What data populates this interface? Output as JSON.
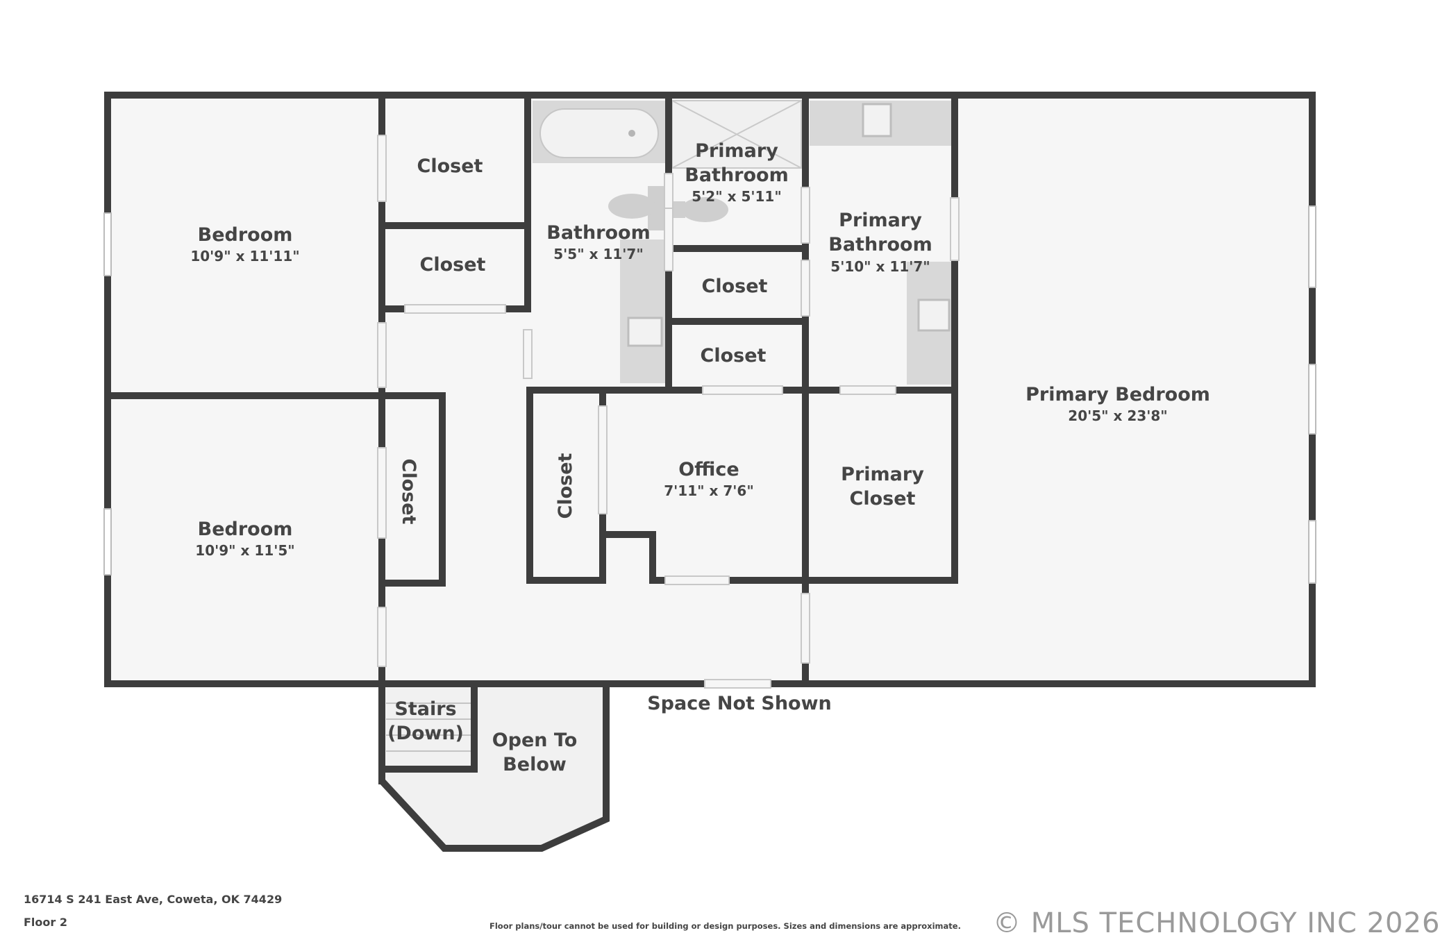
{
  "floorplan": {
    "rooms": {
      "bedroom_1": {
        "name": "Bedroom",
        "dims": "10'9\" x 11'11\""
      },
      "bedroom_2": {
        "name": "Bedroom",
        "dims": "10'9\" x 11'5\""
      },
      "closet_1": {
        "name": "Closet"
      },
      "closet_2": {
        "name": "Closet"
      },
      "closet_3": {
        "name": "Closet"
      },
      "closet_4": {
        "name": "Closet"
      },
      "closet_5": {
        "name": "Closet"
      },
      "closet_6": {
        "name": "Closet"
      },
      "bathroom": {
        "name": "Bathroom",
        "dims": "5'5\" x 11'7\""
      },
      "primary_bath_1": {
        "line1": "Primary",
        "line2": "Bathroom",
        "dims": "5'2\" x 5'11\""
      },
      "primary_bath_2": {
        "line1": "Primary",
        "line2": "Bathroom",
        "dims": "5'10\" x 11'7\""
      },
      "primary_bedroom": {
        "name": "Primary Bedroom",
        "dims": "20'5\" x 23'8\""
      },
      "office": {
        "name": "Office",
        "dims": "7'11\" x 7'6\""
      },
      "primary_closet": {
        "line1": "Primary",
        "line2": "Closet"
      },
      "stairs": {
        "line1": "Stairs",
        "line2": "(Down)"
      },
      "open_below": {
        "line1": "Open To",
        "line2": "Below"
      }
    },
    "space_not_shown": "Space Not Shown"
  },
  "footer": {
    "address": "16714 S 241 East Ave, Coweta, OK 74429",
    "floor": "Floor 2",
    "disclaimer": "Floor plans/tour cannot be used for building or design purposes. Sizes and dimensions are approximate.",
    "copyright": "© MLS TECHNOLOGY INC 2026"
  },
  "colors": {
    "wall": "#3d3d3d",
    "floor": "#f6f6f6",
    "fixture": "#d8d8d8"
  }
}
